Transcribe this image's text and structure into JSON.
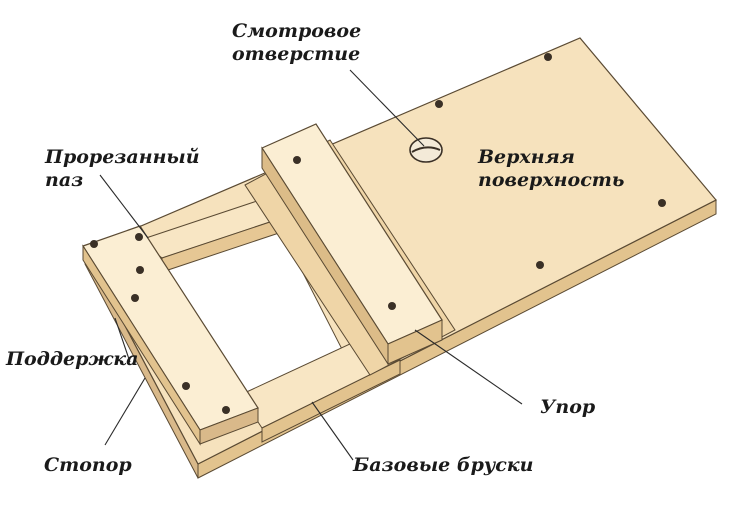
{
  "labels": {
    "viewing_hole": [
      "Смотровое",
      "отверстие"
    ],
    "cut_slot": [
      "Прорезанный",
      "паз"
    ],
    "top_surface": [
      "Верхняя",
      "поверхность"
    ],
    "support": "Поддержка",
    "stop": "Упор",
    "stopper": "Стопор",
    "base_bars": "Базовые бруски"
  },
  "colors": {
    "wood_top": "#f6e2bd",
    "wood_light": "#fbeed3",
    "wood_side": "#e2c38e",
    "wood_dark": "#c9a46a",
    "outline": "#5a4a33",
    "screw": "#3a3026",
    "leader": "#2a2a2a"
  }
}
